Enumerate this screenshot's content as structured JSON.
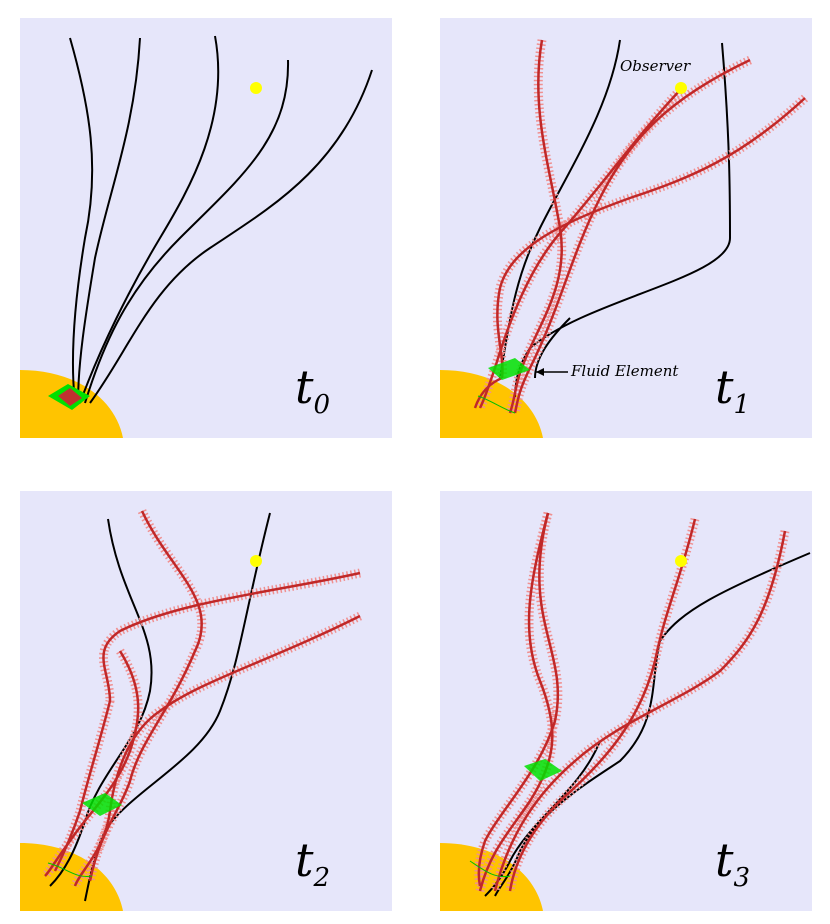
{
  "labels": {
    "observer": "Observer",
    "fluid_element": "Fluid Element"
  },
  "panels": [
    {
      "id": "t0",
      "label_base": "t",
      "label_sub": "0"
    },
    {
      "id": "t1",
      "label_base": "t",
      "label_sub": "1"
    },
    {
      "id": "t2",
      "label_base": "t",
      "label_sub": "2"
    },
    {
      "id": "t3",
      "label_base": "t",
      "label_sub": "3"
    }
  ],
  "colors": {
    "background": "#e6e6fa",
    "star": "#ffc400",
    "observer": "#ffff00",
    "field_line": "#000000",
    "loaded_line": "#d42020",
    "fluid_element": "#00e000"
  }
}
